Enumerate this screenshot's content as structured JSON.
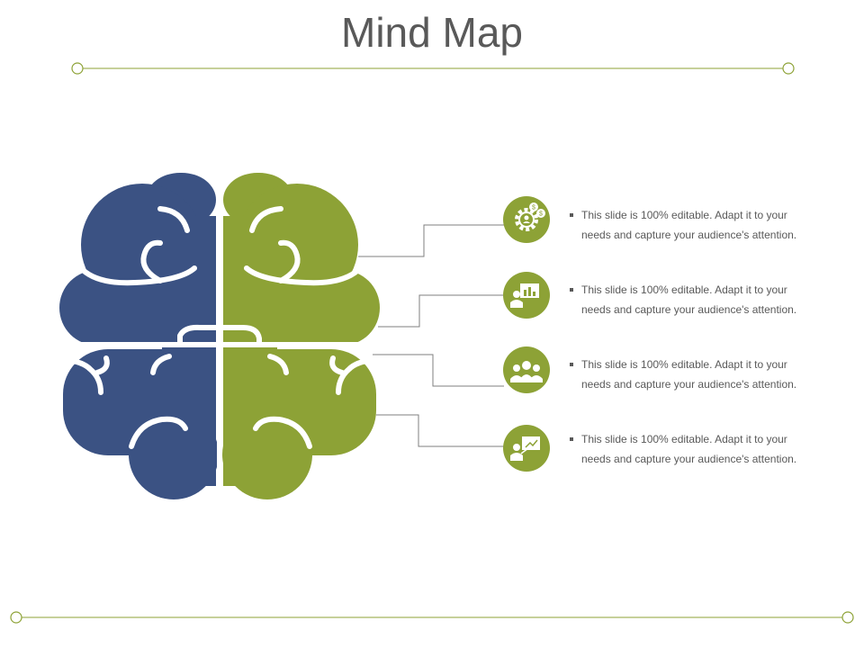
{
  "slide": {
    "title": "Mind Map",
    "accent_colors": {
      "left_hemisphere": "#3b5283",
      "right_hemisphere": "#8da236",
      "rule_line": "#8da236"
    }
  },
  "items": [
    {
      "icon": "gear-dollar-icon",
      "text": "This slide is 100% editable. Adapt it to your needs and capture your audience's attention."
    },
    {
      "icon": "presentation-chart-icon",
      "text": "This slide is 100% editable. Adapt it to your needs and capture your audience's attention."
    },
    {
      "icon": "team-icon",
      "text": "This slide is 100% editable. Adapt it to your needs and capture your audience's attention."
    },
    {
      "icon": "presenter-growth-icon",
      "text": "This slide is 100% editable. Adapt it to your needs and capture your audience's attention."
    }
  ]
}
